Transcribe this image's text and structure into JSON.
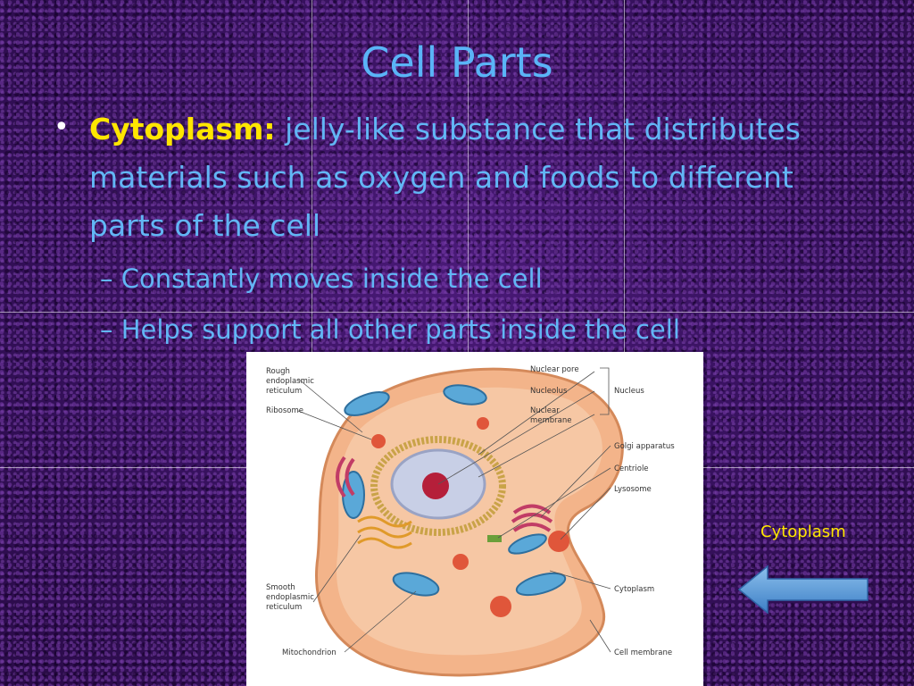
{
  "slide": {
    "title": "Cell Parts",
    "bullet": {
      "term": "Cytoplasm:",
      "definition": "jelly-like substance that distributes materials such as oxygen and foods to different parts of the cell"
    },
    "subbullets": [
      "Constantly moves inside the cell",
      "Helps support all other parts inside the cell"
    ],
    "side_label": "Cytoplasm",
    "nav_arrow_icon": "arrow-left-icon"
  },
  "diagram": {
    "labels": {
      "rough_er_1": "Rough",
      "rough_er_2": "endoplasmic",
      "rough_er_3": "reticulum",
      "ribosome": "Ribosome",
      "nuclear_pore": "Nuclear pore",
      "nucleolus": "Nucleolus",
      "nuclear_membrane_1": "Nuclear",
      "nuclear_membrane_2": "membrane",
      "nucleus": "Nucleus",
      "golgi": "Golgi apparatus",
      "centriole": "Centriole",
      "lysosome": "Lysosome",
      "smooth_er_1": "Smooth",
      "smooth_er_2": "endoplasmic",
      "smooth_er_3": "reticulum",
      "cytoplasm": "Cytoplasm",
      "mitochondrion": "Mitochondrion",
      "cell_membrane": "Cell membrane"
    }
  },
  "colors": {
    "title": "#5ab4f7",
    "body_text": "#62b6f5",
    "term": "#ffe600",
    "side_label": "#ffe600",
    "arrow_fill": "#5b9bd5",
    "background": "#3a1060"
  }
}
